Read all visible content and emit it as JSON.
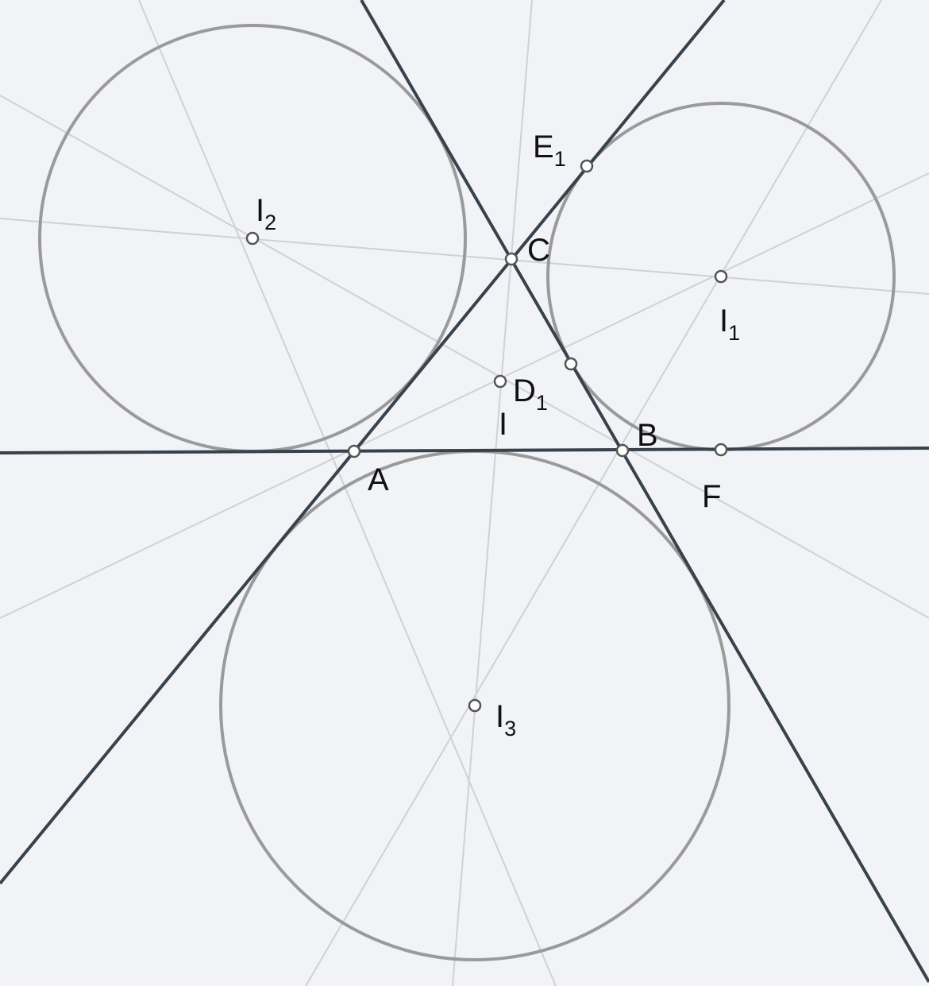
{
  "colors": {
    "background": "#f1f3f6",
    "triangle_sides": "#37424c",
    "circles": "#9a9a9a",
    "construction_lines": "#cfd1d4",
    "point_fill": "#ffffff",
    "point_stroke": "#555555"
  },
  "labels": {
    "A": {
      "main": "A",
      "sub": ""
    },
    "B": {
      "main": "B",
      "sub": ""
    },
    "C": {
      "main": "C",
      "sub": ""
    },
    "I": {
      "main": "I",
      "sub": ""
    },
    "I1": {
      "main": "I",
      "sub": "1"
    },
    "I2": {
      "main": "I",
      "sub": "2"
    },
    "I3": {
      "main": "I",
      "sub": "3"
    },
    "D1": {
      "main": "D",
      "sub": "1"
    },
    "E1": {
      "main": "E",
      "sub": "1"
    },
    "F": {
      "main": "F",
      "sub": ""
    }
  }
}
